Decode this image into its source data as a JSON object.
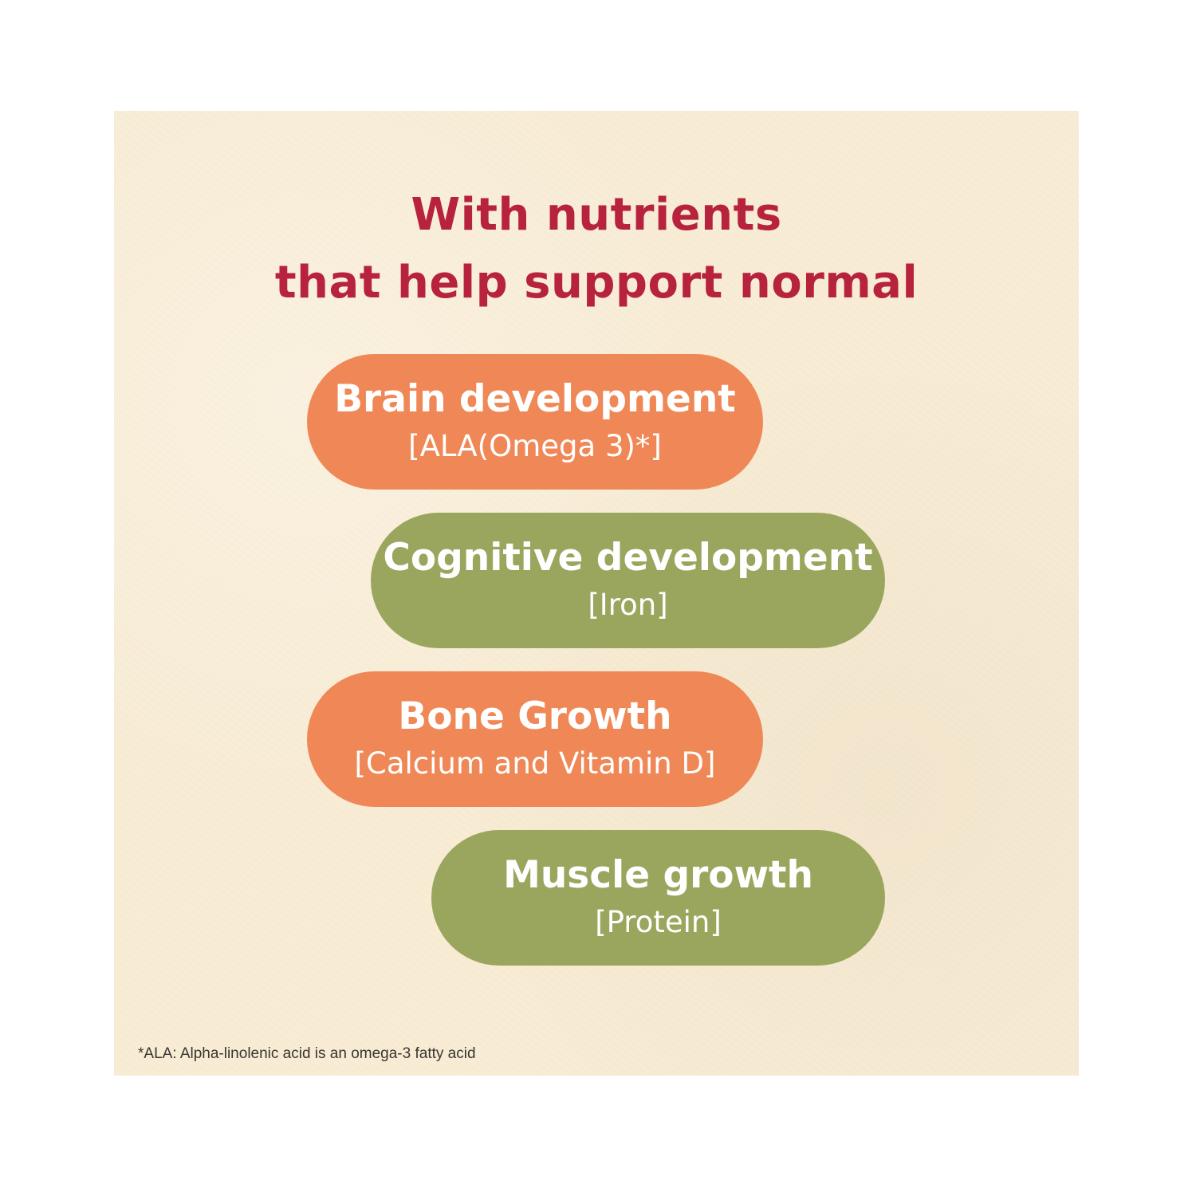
{
  "headline": {
    "line1": "With nutrients",
    "line2": "that help support normal"
  },
  "benefits": [
    {
      "title": "Brain development",
      "nutrient": "[ALA(Omega 3)*]",
      "color": "#ef8856"
    },
    {
      "title": "Cognitive development",
      "nutrient": "[Iron]",
      "color": "#9aa65d"
    },
    {
      "title": "Bone Growth",
      "nutrient": "[Calcium and Vitamin D]",
      "color": "#ef8856"
    },
    {
      "title": "Muscle growth",
      "nutrient": "[Protein]",
      "color": "#9aa65d"
    }
  ],
  "footnote": "*ALA: Alpha-linolenic acid is an omega-3 fatty acid",
  "colors": {
    "headline": "#b7223c",
    "background": "#f8ecd5"
  }
}
